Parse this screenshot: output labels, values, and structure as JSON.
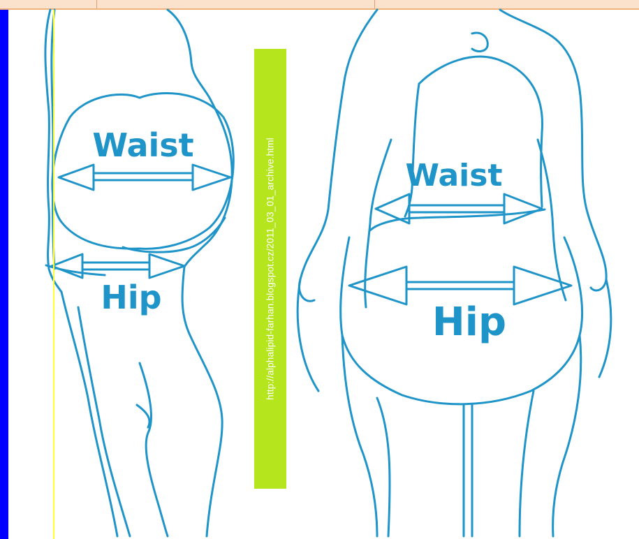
{
  "labels": {
    "left_waist": "Waist",
    "left_hip": "Hip",
    "right_waist": "Waist",
    "right_hip": "Hip"
  },
  "watermark": {
    "text": "http://alphalipid-farhan.blogspot.cz/2011_03_01_archive.html"
  },
  "colors": {
    "outline": "#1f94c9",
    "watermark_bg": "#b5e61d",
    "left_bar": "#0000ff",
    "yellow_line": "#ffff33",
    "top_strip": "#fbe2cc"
  },
  "icons": {
    "arrow": "double-headed-arrow-icon"
  }
}
